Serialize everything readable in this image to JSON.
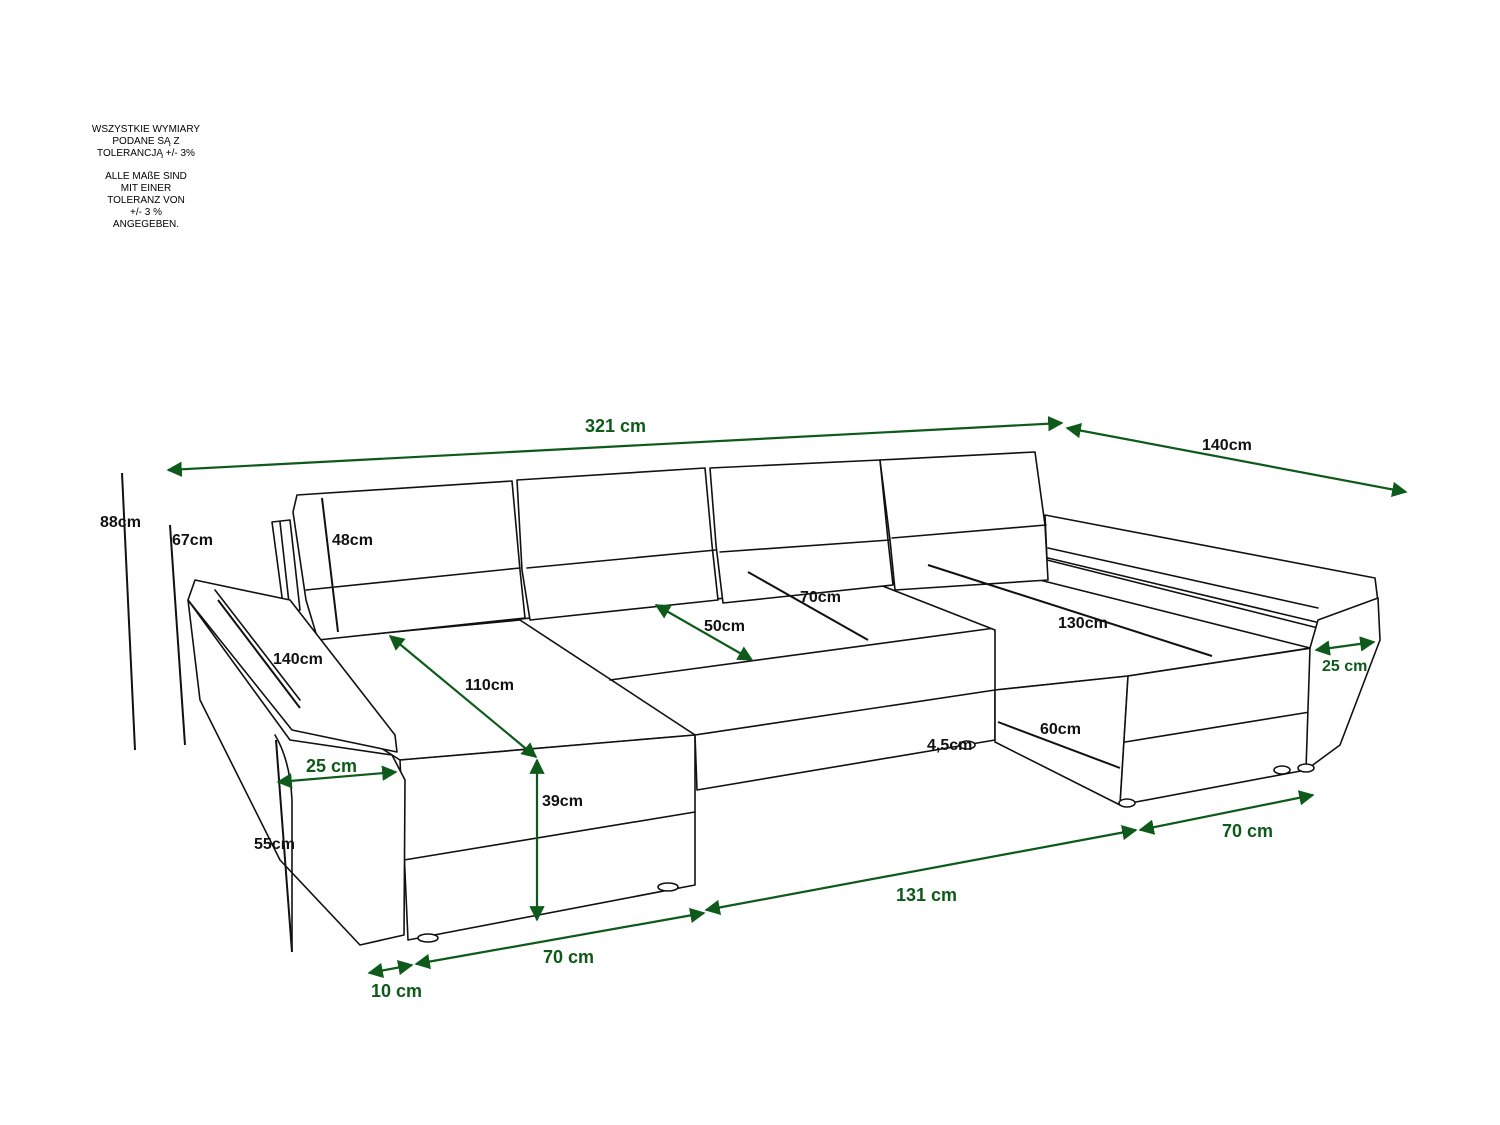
{
  "tolerance_note": {
    "polish": [
      "WSZYSTKIE WYMIARY",
      "PODANE SĄ Z",
      "TOLERANCJĄ +/- 3%"
    ],
    "german": [
      "ALLE MAßE SIND",
      "MIT EINER",
      "TOLERANZ VON",
      "+/- 3 %",
      "ANGEGEBEN."
    ]
  },
  "colors": {
    "dimension_green": "#0d5a1a",
    "outline": "#111111",
    "background": "#ffffff"
  },
  "dimensions": {
    "total_width": "321 cm",
    "chaise_depth_right": "140cm",
    "total_height": "88cm",
    "back_height": "67cm",
    "headrest_height": "48cm",
    "chaise_length_left": "140cm",
    "chaise_inner_left": "110cm",
    "seat_depth": "50cm",
    "seat_mid": "70cm",
    "chaise_inner_right": "130cm",
    "armrest_width_right": "25 cm",
    "armrest_width_left": "25 cm",
    "seat_height": "39cm",
    "leg_height": "4,5cm",
    "chaise_side_right": "60cm",
    "armrest_height": "55cm",
    "bottom_armrest": "10 cm",
    "bottom_chaise_left": "70 cm",
    "bottom_center": "131 cm",
    "bottom_chaise_right": "70 cm"
  }
}
